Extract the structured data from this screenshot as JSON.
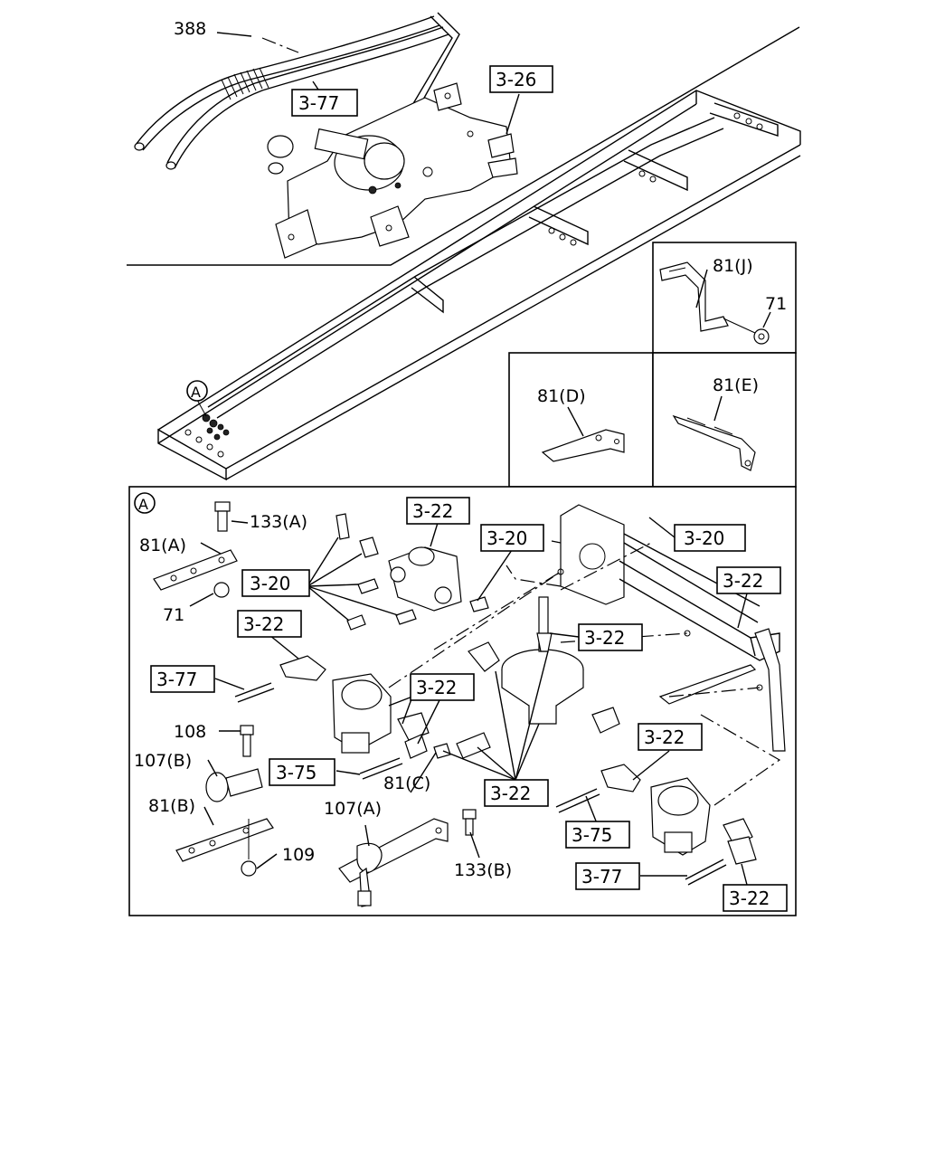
{
  "callouts": {
    "c388": "388",
    "c3_26": "3-26",
    "c3_77_top": "3-77",
    "c81J": "81(J)",
    "c71_J": "71",
    "c81D": "81(D)",
    "c81E": "81(E)",
    "cA_marker": "A",
    "cA_detail": "A",
    "c133A": "133(A)",
    "c81A": "81(A)",
    "c71_A": "71",
    "c3_20_left": "3-20",
    "c3_22_top": "3-22",
    "c3_20_mid": "3-20",
    "c3_20_right": "3-20",
    "c3_22_right": "3-22",
    "c3_22_left": "3-22",
    "c3_22_center": "3-22",
    "c3_77_left": "3-77",
    "c3_22_mid": "3-22",
    "c108": "108",
    "c107B": "107(B)",
    "c3_75_left": "3-75",
    "c81C": "81(C)",
    "c3_22_bottom": "3-22",
    "c3_22_lowright": "3-22",
    "c81B": "81(B)",
    "c107A": "107(A)",
    "c109": "109",
    "c133B": "133(B)",
    "c3_75_right": "3-75",
    "c3_77_right": "3-77",
    "c3_22_corner": "3-22"
  }
}
